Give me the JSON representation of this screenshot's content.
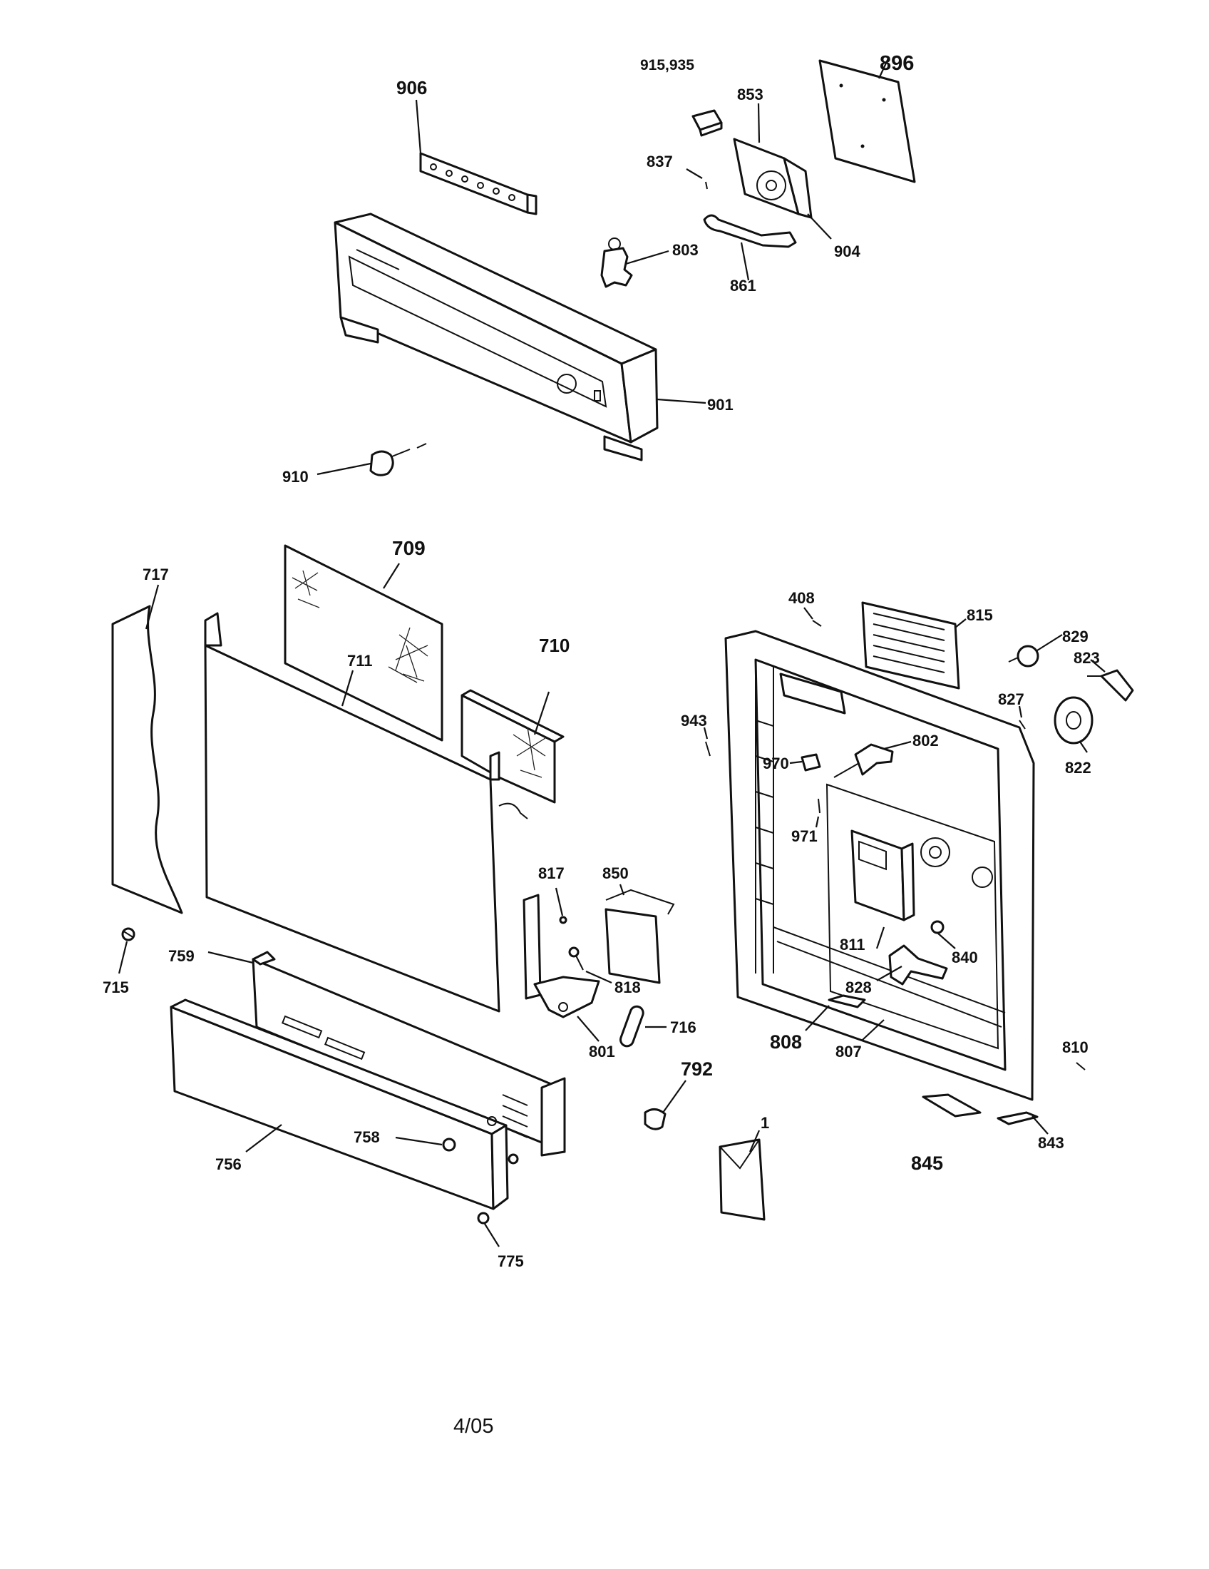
{
  "labels": {
    "p896": "896",
    "p915935": "915,935",
    "p906": "906",
    "p853": "853",
    "p837": "837",
    "p803": "803",
    "p904": "904",
    "p861": "861",
    "p901": "901",
    "p910": "910",
    "p709": "709",
    "p717": "717",
    "p711": "711",
    "p710": "710",
    "p408": "408",
    "p815": "815",
    "p829": "829",
    "p823": "823",
    "p827": "827",
    "p822": "822",
    "p943": "943",
    "p802": "802",
    "p970": "970",
    "p971": "971",
    "p817": "817",
    "p850": "850",
    "p811": "811",
    "p840": "840",
    "p715": "715",
    "p759": "759",
    "p818": "818",
    "p828": "828",
    "p716": "716",
    "p801": "801",
    "p808": "808",
    "p807": "807",
    "p810": "810",
    "p792": "792",
    "p758": "758",
    "p756": "756",
    "p1": "1",
    "p843": "843",
    "p845": "845",
    "p775": "775"
  },
  "footer": {
    "date": "4/05"
  }
}
